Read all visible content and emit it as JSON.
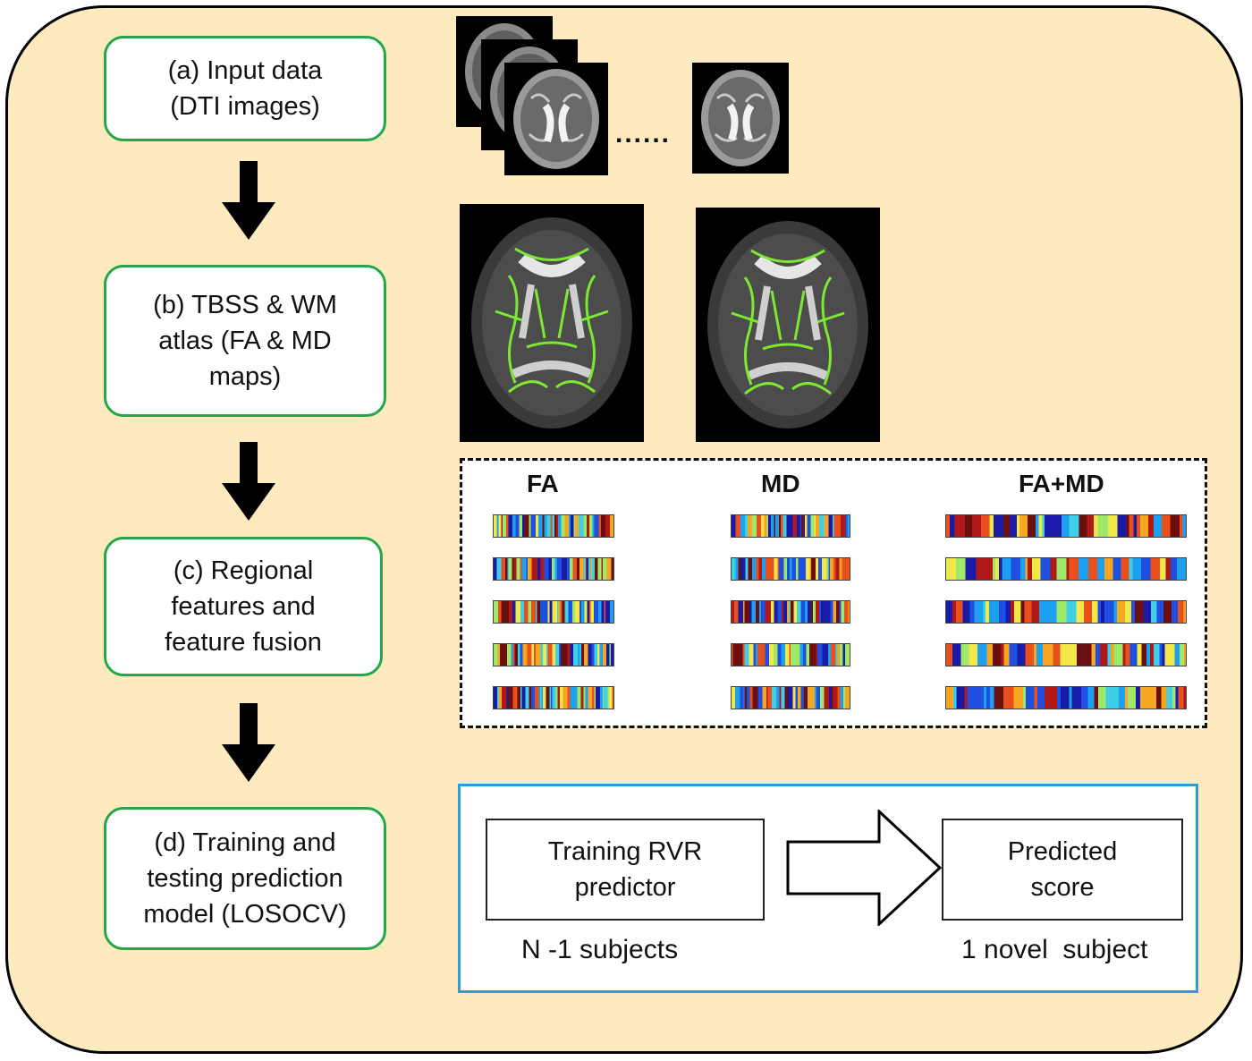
{
  "steps": [
    {
      "text": "(a) Input data\n(DTI images)"
    },
    {
      "text": "(b) TBSS & WM\natlas (FA & MD\nmaps)"
    },
    {
      "text": "(c) Regional\nfeatures and\nfeature fusion"
    },
    {
      "text": "(d) Training and\ntesting prediction\nmodel (LOSOCV)"
    }
  ],
  "input_images": {
    "ellipsis": "......"
  },
  "features": {
    "titles": [
      "FA",
      "MD",
      "FA+MD"
    ],
    "rows_per_group": 5
  },
  "model": {
    "training_label": "Training RVR\npredictor",
    "predicted_label": "Predicted\nscore",
    "training_caption": "N -1 subjects",
    "predicted_caption": "1 novel  subject"
  },
  "colors": {
    "background": "#fdebbf",
    "step_border": "#26a64a",
    "model_border": "#2a9fd6",
    "atlas_tract": "#7de832"
  }
}
